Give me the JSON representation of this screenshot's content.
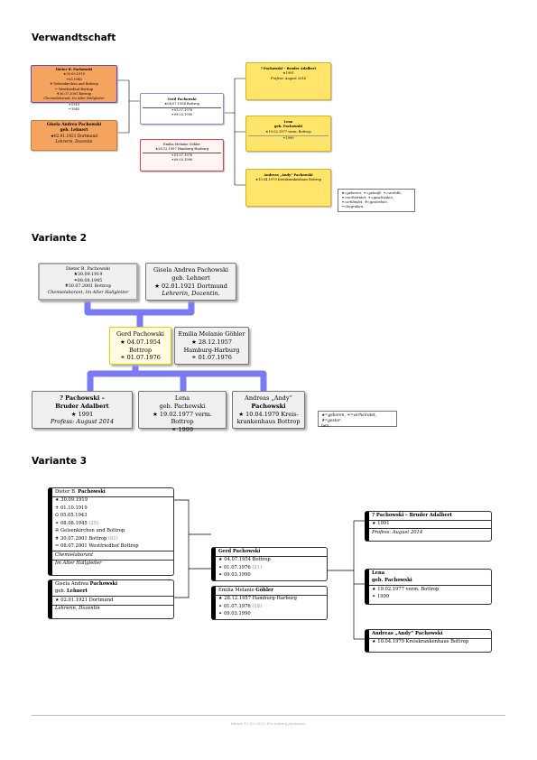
{
  "section1": {
    "title": "Verwandtschaft",
    "dieter": [
      "Dieter B. Pachowski",
      "★30.09.1919",
      "⚭05.1945",
      "✟ Gelsenkirchen und Bottrop",
      "⚰ Westfriedhof Bottrop",
      "✟30.07.2001 Bottrop",
      "Chemielaborant, Im Alter Hallgleiter",
      "⚭1919",
      "⚰1945"
    ],
    "gisela": [
      "Gisela Andrea Pachowski",
      "geb. Lehnert",
      "★02.01.1921 Dortmund",
      "Lehrerin, Dozentin"
    ],
    "gerd": [
      "Gerd Pachowski",
      "★04.07.1954 Bottrop",
      "⚭01.07.1976",
      "⚭09.03.1990"
    ],
    "emilia": [
      "Emilia Melanie Göhler",
      "★28.12.1957 Hamburg-Harburg",
      "⚭01.07.1976",
      "⚭09.03.1990"
    ],
    "child1": [
      "? Pachowski – Bruder Adalbert",
      "★1991",
      "Profess: August 2014"
    ],
    "child2": [
      "Lena",
      "geb. Pachowski",
      "★19.02.1977 verm. Bottrop",
      "⚭1999"
    ],
    "child3": [
      "Andreas „Andy“ Pachowski",
      "★10.04.1979 Kreiskrankenhaus Bottrop"
    ],
    "legend": [
      "★=geboren, ⚭=getauft, ⚭=verlobt,",
      "⚭=verheiratet, ⚭=geschieden,",
      "⚭=erblindet, ✟=gestorben, ⚰=begraben."
    ]
  },
  "section2": {
    "title": "Variante 2",
    "dieter": [
      "Dieter B. Pachowski",
      "★30.09.1919",
      "⚭08.08.1945",
      "✟30.07.2001 Bottrop",
      "Chemielaborant, Im Alter Hallgleiter"
    ],
    "gisela": [
      "Gisela Andrea Pachowski",
      "geb. Lehnert",
      "★ 02.01.1921 Dortmund",
      "Lehrerin, Dozentin."
    ],
    "gerd": [
      "Gerd Pachowski",
      "★ 04.07.1954",
      "Bottrop",
      "⚭ 01.07.1976"
    ],
    "emilia": [
      "Emilia Melanie Göhler",
      "★ 28.12.1957",
      "Hamburg-Harburg",
      "⚭ 01.07.1976"
    ],
    "child1": [
      "? Pachowski –",
      "Bruder Adalbert",
      "★ 1991",
      "Profess: August 2014"
    ],
    "child2": [
      "Lena",
      "geb. Pachowski",
      "★ 19.02.1977 verm. Bottrop",
      "⚭ 1999"
    ],
    "child3": [
      "Andreas „Andy“",
      "Pachowski",
      "★ 10.04.1979 Kreis-",
      "krankenhaus Bottrop"
    ],
    "legend": [
      "★=geboren, ⚭=verheiratet, ✟=gestor-",
      "ben."
    ]
  },
  "section3": {
    "title": "Variante 3",
    "dieter": {
      "name_first": "Dieter B. ",
      "name_last": "Pachowski",
      "rows": [
        "★ 30.09.1919",
        "✝ 01.10.1919",
        "⭘ 05.05.1943"
      ],
      "married": "⚭ 08.08.1945",
      "married_dur": "(25)",
      "rows2": [
        "✇ Gelsenkirchen und Bottrop"
      ],
      "died": "✟ 30.07.2001 Bottrop",
      "died_age": "(81)",
      "buried": "⚰ 08.07.2001 Westfriedhof Bottrop",
      "notes": [
        "Chemielaborant",
        "Im Alter Hallgleiter"
      ]
    },
    "gisela": {
      "name_first": "Gisela Andrea ",
      "name_last": "Pachowski",
      "geb": "geb. ",
      "maiden": "Lehnert",
      "birth": "★ 02.01.1921 Dortmund",
      "note": "Lehrerin, Dozentin"
    },
    "gerd": {
      "name": "Gerd Pachowski",
      "birth": "★ 04.07.1954 Bottrop",
      "married": "⚭ 01.07.1976",
      "married_dur": "(21)",
      "married2": "⚭ 09.03.1990"
    },
    "emilia": {
      "name_first": "Emilia Melanie ",
      "name_last": "Göhler",
      "birth": "★ 28.12.1957 Hamburg-Harburg",
      "married": "⚭ 01.07.1976",
      "married_dur": "(18)",
      "married2": "⚭ 09.03.1990"
    },
    "child1": {
      "name": "? Pachowski – Bruder Adalbert",
      "birth": "★ 1991",
      "note": "Profess: August 2014"
    },
    "child2": {
      "name": "Lena",
      "geb": "geb. Pachowski",
      "birth": "★ 19.02.1977 verm. Bottrop",
      "married": "⚭ 1999"
    },
    "child3": {
      "name": "Andreas „Andy“ Pachowski",
      "birth": "★ 10.04.1979 Kreiskrankenhaus Bottrop"
    }
  },
  "footer": "Stand: 15.02.2022. For testing purposes."
}
